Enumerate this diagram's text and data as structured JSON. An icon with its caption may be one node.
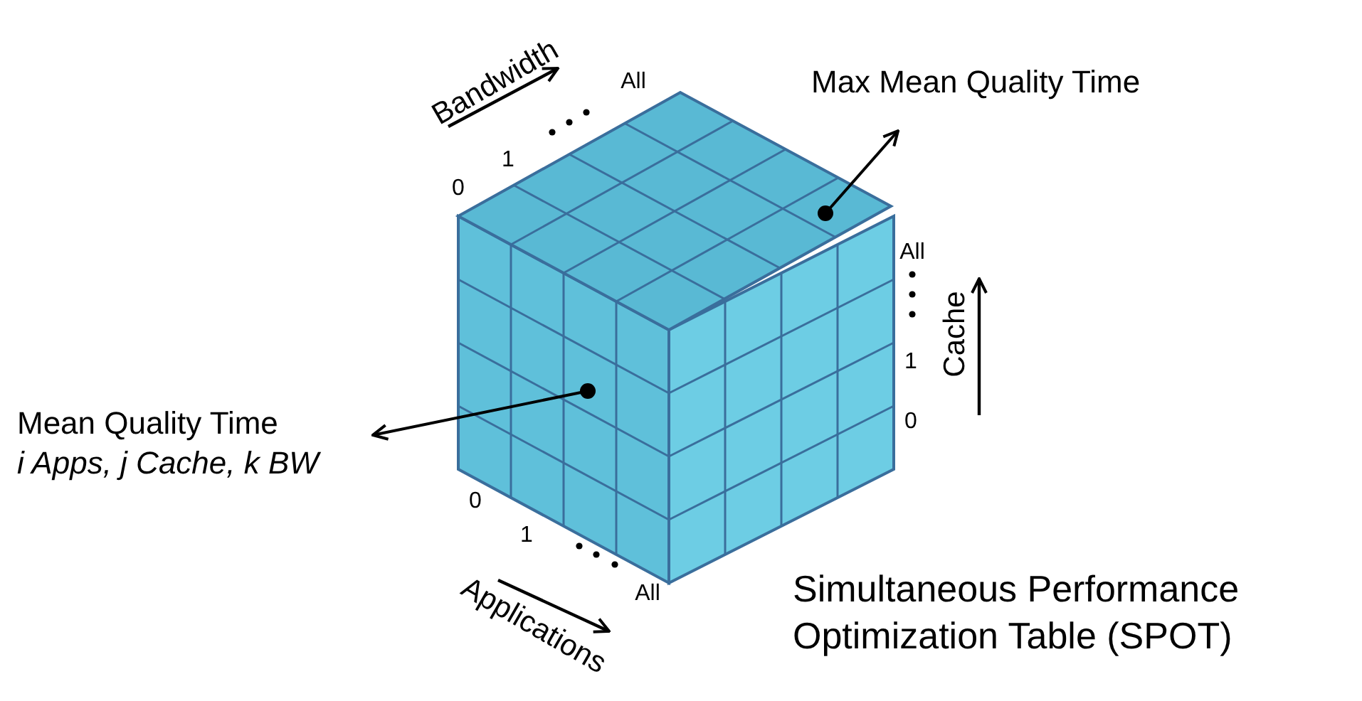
{
  "diagram": {
    "caption": "Simultaneous Performance Optimization Table (SPOT)",
    "nodes": [
      {
        "text": [
          "Mean Quality Time",
          "i Apps, j Cache, k BW"
        ]
      },
      {
        "text": [],
        "shape": "circle"
      },
      {
        "text": [
          "Max Mean Quality Time"
        ]
      },
      {
        "text": [],
        "shape": "circle"
      }
    ],
    "edges": [
      {
        "from": 1,
        "to": 0,
        "arrow": "to"
      },
      {
        "from": 3,
        "to": 2,
        "arrow": "to"
      }
    ],
    "labels": [
      "Bandwidth",
      "All",
      "1",
      "0",
      "All",
      "1",
      "0",
      "Cache",
      "0",
      "1",
      "All",
      "Applications"
    ]
  }
}
